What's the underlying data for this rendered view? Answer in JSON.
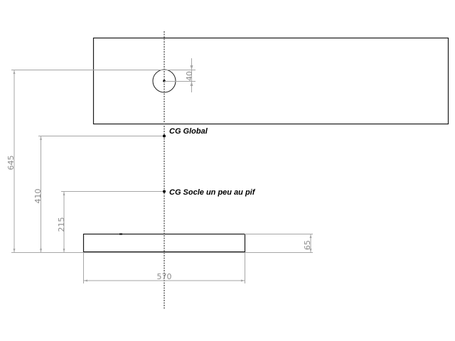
{
  "drawing": {
    "colors": {
      "outline": "#1a1a1a",
      "dimension": "#a6a6a6",
      "dimension_text": "#8c8c8c",
      "centerline": "#666666",
      "label": "#000000"
    },
    "labels": {
      "cg_global": "CG Global",
      "cg_socle": "CG Socle un peu au pif"
    },
    "dimensions": {
      "hole_offset": "40",
      "height_total": "645",
      "height_cg_global": "410",
      "height_cg_socle": "215",
      "base_thickness": "65",
      "base_width": "570"
    },
    "shapes": {
      "top_panel": "Rectangle",
      "hole": "Circle",
      "base": "Rectangle",
      "centerline": "Axis"
    }
  }
}
